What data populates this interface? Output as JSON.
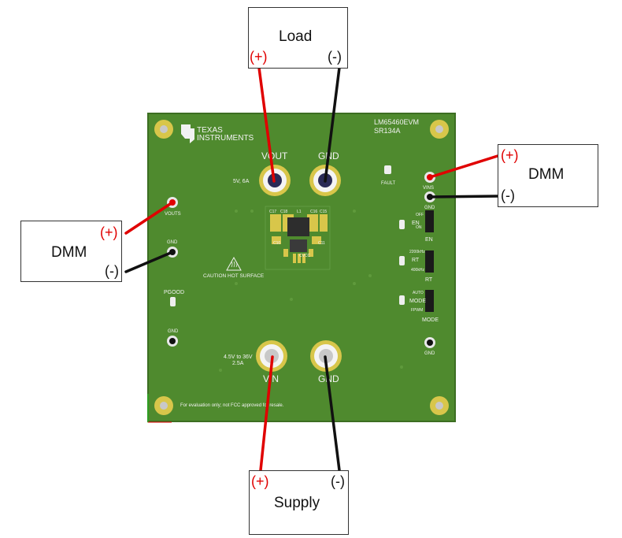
{
  "boxes": {
    "load": {
      "title": "Load",
      "plus": "(+)",
      "minus": "(-)"
    },
    "dmm_right": {
      "title": "DMM",
      "plus": "(+)",
      "minus": "(-)"
    },
    "dmm_left": {
      "title": "DMM",
      "plus": "(+)",
      "minus": "(-)"
    },
    "supply": {
      "title": "Supply",
      "plus": "(+)",
      "minus": "(-)"
    }
  },
  "board": {
    "logo_line1": "TEXAS",
    "logo_line2": "INSTRUMENTS",
    "part": "LM65460EVM",
    "rev": "SR134A",
    "vout_label": "VOUT",
    "vout_rating": "5V, 6A",
    "gnd_top": "GND",
    "fault": "FAULT",
    "vins": "VINS",
    "gnd_right": "GND",
    "en_off": "OFF",
    "en_on": "ON",
    "en": "EN",
    "en_side": "EN",
    "rt_hi": "2200kHz",
    "rt_lo": "400kHz",
    "rt": "RT",
    "rt_side": "RT",
    "mode_auto": "AUTO",
    "mode_fpwm": "FPWM",
    "mode": "MODE",
    "mode_side": "MODE",
    "gnd_right2": "GND",
    "vouts": "VOUTS",
    "gnd_left": "GND",
    "pgood": "PGOOD",
    "gnd_left2": "GND",
    "caution": "CAUTION HOT SURFACE",
    "vin_label": "VIN",
    "vin_rating1": "4.5V to 36V",
    "vin_rating2": "2.5A",
    "gnd_bottom": "GND",
    "disclaimer": "For evaluation only; not FCC approved for resale.",
    "comp_c17": "C17",
    "comp_c18": "C18",
    "comp_l1": "L1",
    "comp_c16": "C16",
    "comp_c15": "C15",
    "comp_c10": "C10",
    "comp_c11": "C11",
    "comp_cvcc": "CVCC"
  },
  "colors": {
    "pcb": "#4f8a2e",
    "pcb_edge": "#3c6e22",
    "gold": "#d8c64a",
    "wire_red": "#e00000",
    "wire_black": "#111111"
  }
}
